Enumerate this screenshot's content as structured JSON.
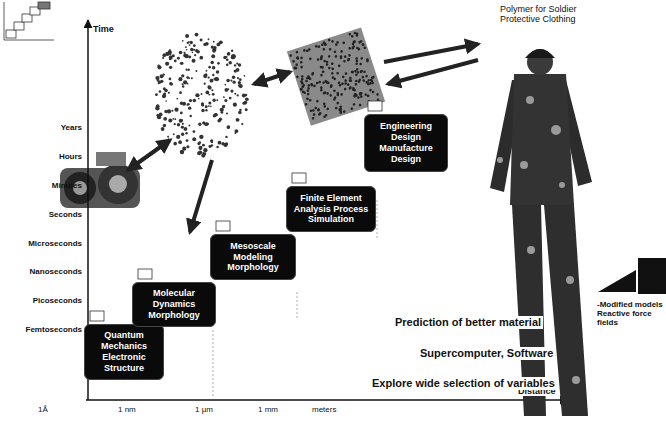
{
  "diagram": {
    "nodes": [
      {
        "text": [
          "Quantum Mechanics Electronic Structure"
        ]
      },
      {
        "text": [
          "Molecular Dynamics Morphology"
        ]
      },
      {
        "text": [
          "Mesoscale Modeling Morphology"
        ]
      },
      {
        "text": [
          "Finite Element Analysis Process Simulation"
        ]
      },
      {
        "text": [
          "Engineering Design Manufacture Design"
        ]
      }
    ],
    "labels": [
      "Time",
      "Years",
      "Hours",
      "Minutes",
      "Seconds",
      "Microseconds",
      "Nanoseconds",
      "Picoseconds",
      "Femtoseconds",
      "1Å",
      "1 nm",
      "1 µm",
      "1 mm",
      "meters",
      "Distance",
      "Prediction of better material",
      "Supercomputer, Software",
      "Explore wide selection of variables",
      "Polymer for Soldier Protective Clothing",
      "-Modified models Reactive force fields"
    ]
  }
}
